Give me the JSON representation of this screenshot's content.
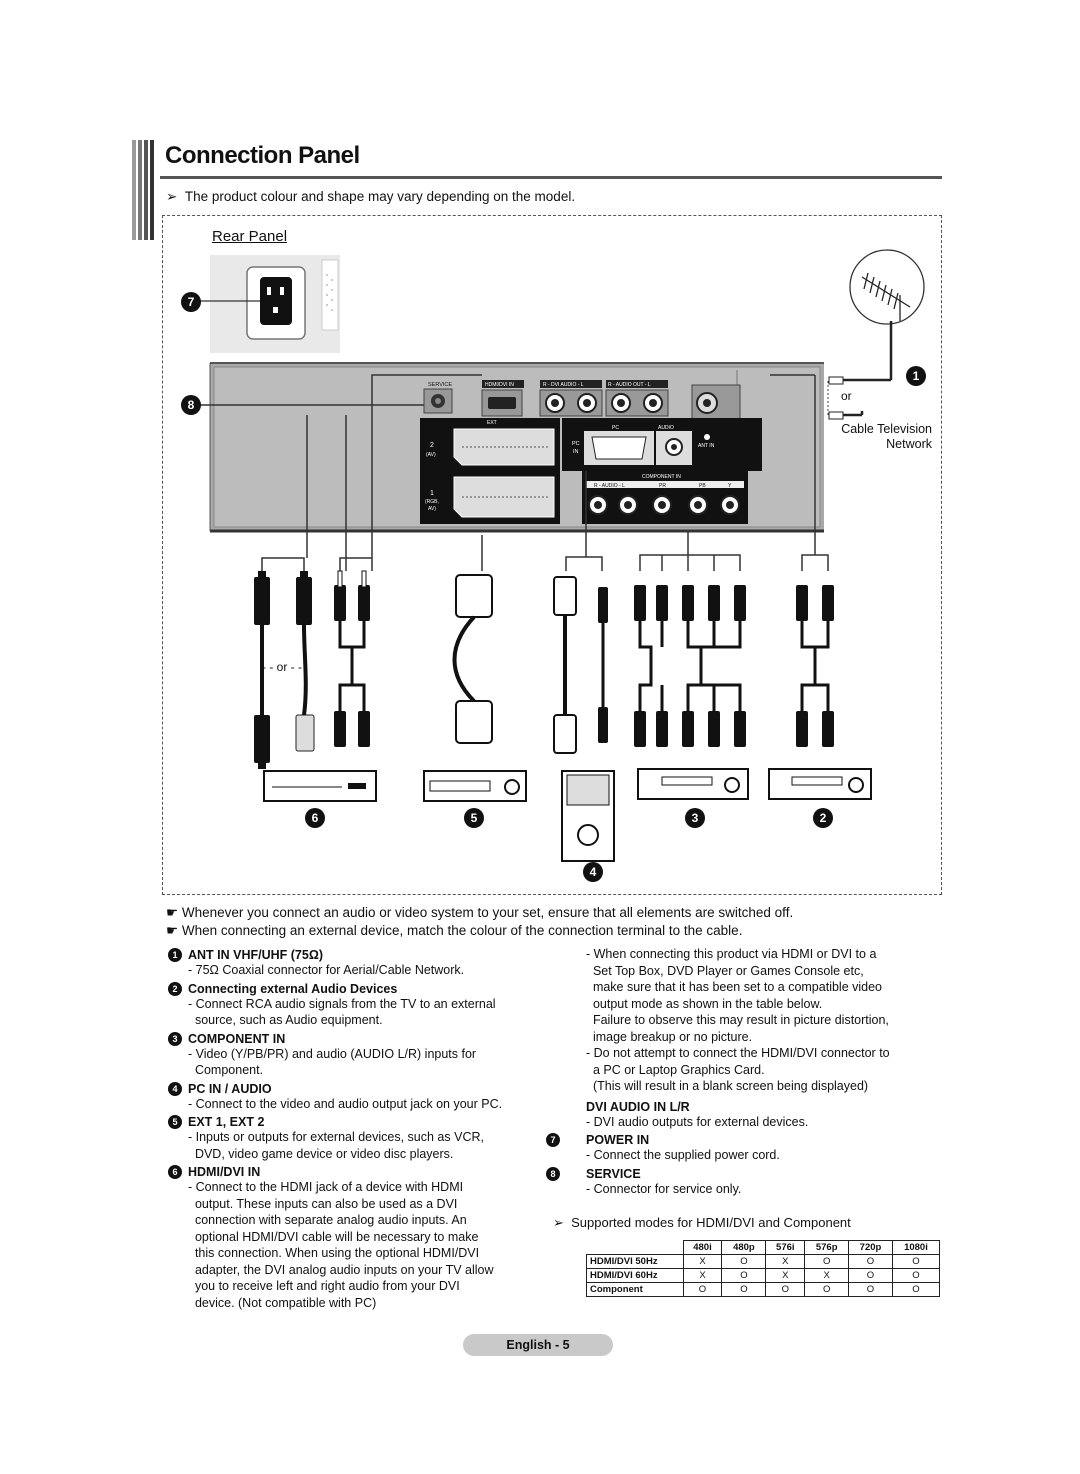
{
  "page_title": "Connection Panel",
  "model_note": "The product colour and shape may vary depending on the model.",
  "rear_panel_label": "Rear Panel",
  "diagram": {
    "panel_labels": {
      "service": "SERVICE",
      "hdmi_dvi_in": "HDMI/DVI IN",
      "dvi_audio": "R - DVI AUDIO - L",
      "audio_out": "R - AUDIO OUT - L",
      "ext": "EXT",
      "ext2": "2",
      "ext2_sub": "(AV)",
      "ext1": "1",
      "ext1_sub": "(RGB, AV)",
      "pc": "PC",
      "audio": "AUDIO",
      "pc_in": "PC IN",
      "ant_in": "ANT IN",
      "component_in": "COMPONENT IN",
      "comp_audio": "R - AUDIO - L",
      "comp_pr": "PR",
      "comp_pb": "PB",
      "comp_y": "Y"
    },
    "or_top": "or",
    "or_mid": "or",
    "cable_tv_line1": "Cable Television",
    "cable_tv_line2": "Network",
    "callouts": [
      "1",
      "2",
      "3",
      "4",
      "5",
      "6",
      "7",
      "8"
    ]
  },
  "bullets": [
    "Whenever you connect an audio or video system to your set, ensure that all elements are switched off.",
    "When connecting an external device, match the colour of the connection terminal to the cable."
  ],
  "left_sections": [
    {
      "num": "1",
      "heading": "ANT IN VHF/UHF (75Ω)",
      "lines": [
        "- 75Ω Coaxial connector for Aerial/Cable Network."
      ]
    },
    {
      "num": "2",
      "heading": "Connecting external Audio Devices",
      "lines": [
        "- Connect RCA audio signals from the TV to an external",
        "  source, such as Audio equipment."
      ]
    },
    {
      "num": "3",
      "heading": "COMPONENT IN",
      "lines": [
        "- Video (Y/PB/PR) and audio (AUDIO L/R) inputs for",
        "  Component."
      ]
    },
    {
      "num": "4",
      "heading": "PC IN / AUDIO",
      "lines": [
        "- Connect to the video and audio output jack on your PC."
      ]
    },
    {
      "num": "5",
      "heading": "EXT 1, EXT 2",
      "lines": [
        "- Inputs or outputs for external devices, such as VCR,",
        "  DVD, video game device or video disc players."
      ]
    },
    {
      "num": "6",
      "heading": "HDMI/DVI IN",
      "lines": [
        "- Connect to the HDMI jack of a device with HDMI",
        "  output. These inputs can also be used as a DVI",
        "  connection with separate analog audio inputs. An",
        "  optional HDMI/DVI cable will be necessary to make",
        "  this connection. When using the optional HDMI/DVI",
        "  adapter, the DVI analog audio inputs on your TV allow",
        "  you to receive left and right audio from your DVI",
        "  device. (Not compatible with PC)"
      ]
    }
  ],
  "right_top_lines": [
    "- When connecting this product via HDMI or DVI to a",
    "  Set Top Box, DVD Player or Games Console etc,",
    "  make sure that it has been set to a compatible video",
    "  output mode as shown in the table below.",
    "  Failure to observe this may result in picture distortion,",
    "  image breakup or no picture.",
    "- Do not attempt to connect the HDMI/DVI connector to",
    "  a PC or Laptop Graphics Card.",
    "  (This will result in a blank screen being displayed)"
  ],
  "dvi_audio": {
    "heading": "DVI AUDIO IN L/R",
    "line": "- DVI audio outputs for external devices."
  },
  "power_in": {
    "num": "7",
    "heading": "POWER IN",
    "line": "- Connect the supplied power cord."
  },
  "service": {
    "num": "8",
    "heading": "SERVICE",
    "line": "- Connector for service only."
  },
  "modes_note": "Supported modes for HDMI/DVI and Component",
  "modes_table": {
    "columns": [
      "",
      "480i",
      "480p",
      "576i",
      "576p",
      "720p",
      "1080i"
    ],
    "rows": [
      [
        "HDMI/DVI 50Hz",
        "X",
        "O",
        "X",
        "O",
        "O",
        "O"
      ],
      [
        "HDMI/DVI 60Hz",
        "X",
        "O",
        "X",
        "X",
        "O",
        "O"
      ],
      [
        "Component",
        "O",
        "O",
        "O",
        "O",
        "O",
        "O"
      ]
    ]
  },
  "footer": "English - 5"
}
